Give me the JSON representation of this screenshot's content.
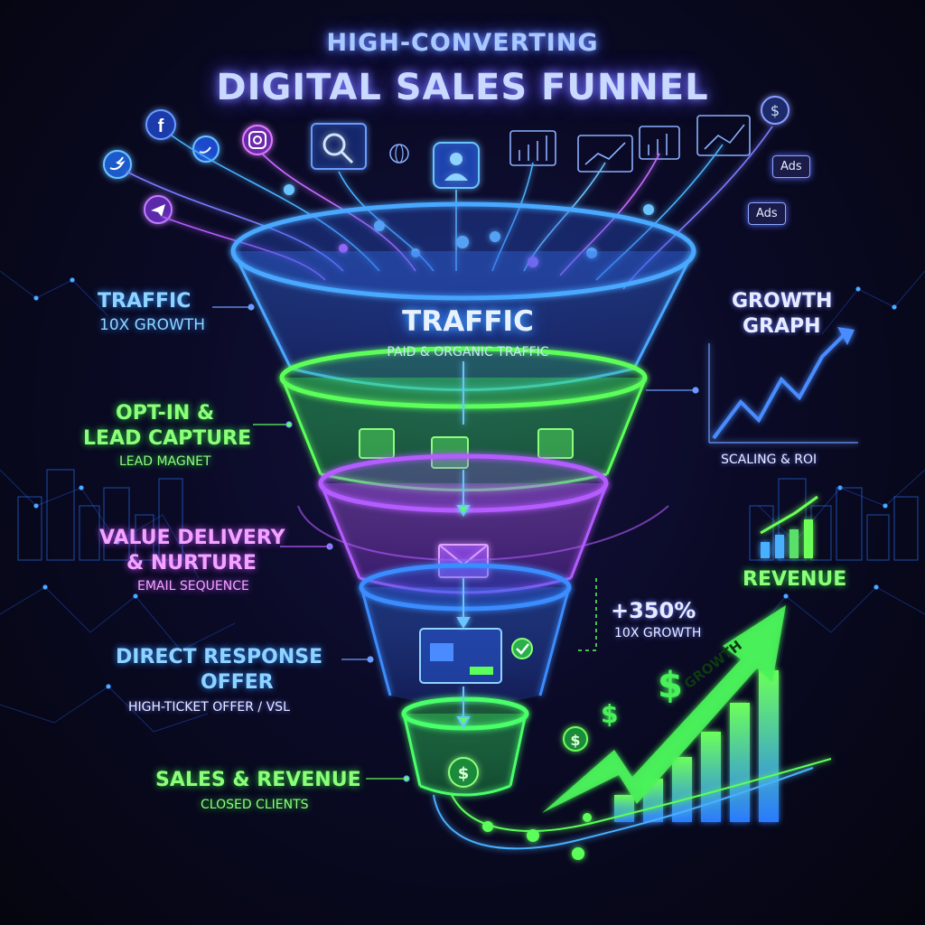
{
  "header": {
    "title_line1": "HIGH-CONVERTING",
    "title_line2": "DIGITAL SALES FUNNEL"
  },
  "funnel": {
    "top_label": "TRAFFIC",
    "top_sublabel": "PAID & ORGANIC TRAFFIC"
  },
  "left_labels": {
    "traffic": {
      "title": "TRAFFIC",
      "sub": "10x GROWTH"
    },
    "optin": {
      "title_line1": "OPT-IN &",
      "title_line2": "LEAD CAPTURE",
      "sub": "LEAD MAGNET"
    },
    "value": {
      "title_line1": "VALUE DELIVERY",
      "title_line2": "& NURTURE",
      "sub": "EMAIL SEQUENCE"
    },
    "offer": {
      "title_line1": "DIRECT RESPONSE",
      "title_line2": "OFFER",
      "sub": "HIGH-TICKET OFFER / VSL"
    },
    "sales": {
      "title": "SALES & REVENUE",
      "sub": "CLOSED CLIENTS"
    }
  },
  "right_labels": {
    "growth_graph": {
      "title_line1": "GROWTH",
      "title_line2": "GRAPH",
      "sub": "SCALING & ROI"
    },
    "revenue": "REVENUE",
    "percent": "+350%",
    "percent_sub": "10x GROWTH",
    "arrow_label": "GROWTH",
    "ads_badge_1": "Ads",
    "ads_badge_2": "Ads"
  },
  "icons": [
    "facebook-icon",
    "twitter-icon",
    "instagram-icon",
    "telegram-icon",
    "search-icon",
    "globe-icon",
    "user-icon",
    "dollar-icon",
    "email-icon",
    "check-icon",
    "bar-chart-icon",
    "trend-arrow-icon"
  ],
  "colors": {
    "background": "#07071a",
    "traffic_blue": "#4aa8ff",
    "optin_green": "#5cff5a",
    "nurture_purple": "#b45cff",
    "offer_blue": "#3a8cff",
    "sales_green": "#49ff6a"
  }
}
